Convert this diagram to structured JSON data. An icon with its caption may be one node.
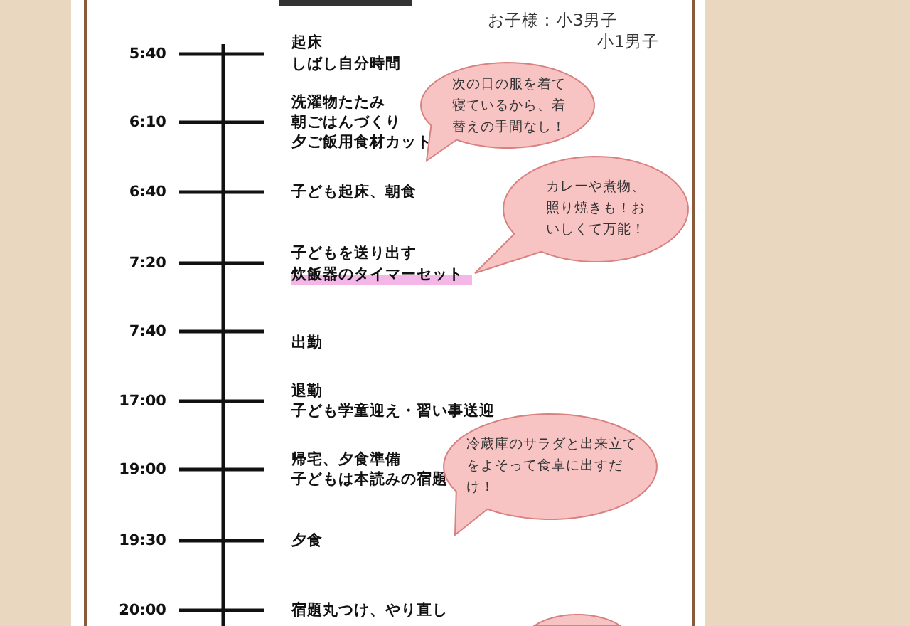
{
  "diagram": {
    "nodes": [
      {
        "text": [
          "次の日の服を着て寝ているから、着替えの手間なし！"
        ]
      },
      {
        "text": [
          "カレーや煮物、照り焼きも！おいしくて万能！"
        ]
      },
      {
        "text": [
          "冷蔵庫のサラダと出来立てをよそって食卓に出すだけ！"
        ]
      },
      {
        "text": [],
        "shape": "bubble"
      }
    ],
    "labels": [
      "お子様：小3男子",
      "小1男子",
      "5:40",
      "起床",
      "しばし自分時間",
      "洗濯物たたみ",
      "6:10",
      "朝ごはんづくり",
      "夕ご飯用食材カット",
      "6:40",
      "子ども起床、朝食",
      "子どもを送り出す",
      "7:20",
      "炊飯器のタイマーセット",
      "7:40",
      "出勤",
      "退勤",
      "17:00",
      "子ども学童迎え・習い事送迎",
      "帰宅、夕食準備",
      "19:00",
      "子どもは本読みの宿題",
      "19:30",
      "夕食",
      "20:00",
      "宿題丸つけ、やり直し"
    ]
  }
}
